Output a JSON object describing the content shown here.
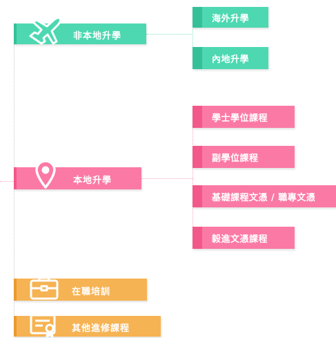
{
  "colors": {
    "green": "#4dd8b2",
    "green_dark": "#36c099",
    "pink": "#fb79a5",
    "pink_dark": "#f25889",
    "orange": "#f6b353",
    "orange_dark": "#eb9a31"
  },
  "main": {
    "non_local": {
      "label": "非本地升學",
      "icon": "airplane-icon"
    },
    "local": {
      "label": "本地升學",
      "icon": "location-pin-icon"
    },
    "in_service": {
      "label": "在職培訓",
      "icon": "briefcase-icon"
    },
    "other": {
      "label": "其他進修課程",
      "icon": "certificate-icon"
    }
  },
  "sub": {
    "overseas": "海外升學",
    "mainland": "內地升學",
    "bachelor": "學士學位課程",
    "associate": "副學位課程",
    "foundation": "基礎課程文憑 / 職專文憑",
    "yijin": "毅進文憑課程"
  }
}
